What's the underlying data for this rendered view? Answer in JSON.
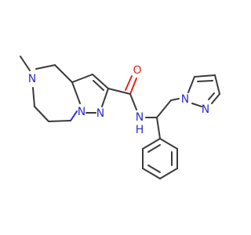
{
  "molecule": {
    "atom_labels": {
      "n_methyl": "N",
      "n_pyrazole_1": "N",
      "n_pyrazole_2": "N",
      "carbonyl_o": "O",
      "amide_n": "N",
      "amide_h": "H",
      "pz_n1": "N",
      "pz_n2": "N"
    },
    "colors": {
      "carbon": "#3a3a3a",
      "nitrogen": "#2c2ccd",
      "oxygen": "#e8231c"
    }
  }
}
